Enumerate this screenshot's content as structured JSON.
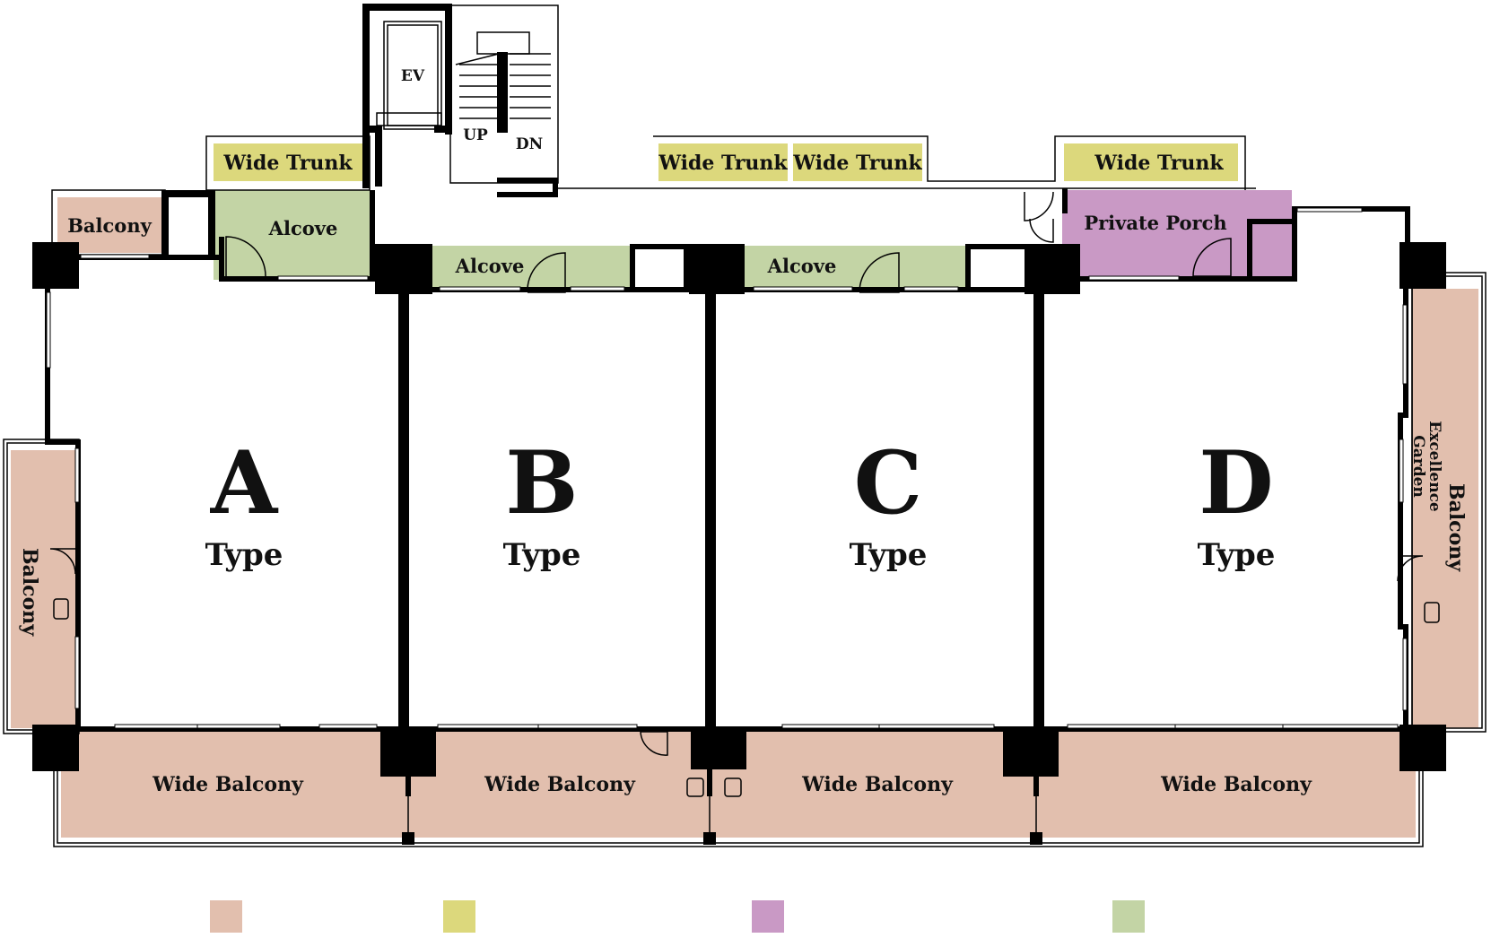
{
  "colors": {
    "balcony": "#e2bfae",
    "trunk": "#dcd87c",
    "porch": "#c999c5",
    "alcove": "#c3d4a5",
    "wall": "#000000",
    "background": "#ffffff"
  },
  "labels": {
    "ev": "EV",
    "up": "UP",
    "dn": "DN",
    "wide_trunk": "Wide Trunk",
    "alcove": "Alcove",
    "private_porch": "Private Porch",
    "balcony": "Balcony",
    "wide_balcony": "Wide Balcony",
    "excellence_garden_line1": "Excellence",
    "excellence_garden_line2": "Garden",
    "type": "Type"
  },
  "units": [
    {
      "letter": "A",
      "type": "Type"
    },
    {
      "letter": "B",
      "type": "Type"
    },
    {
      "letter": "C",
      "type": "Type"
    },
    {
      "letter": "D",
      "type": "Type"
    }
  ],
  "legend": [
    {
      "key": "balcony",
      "color": "#e2bfae"
    },
    {
      "key": "trunk",
      "color": "#dcd87c"
    },
    {
      "key": "porch",
      "color": "#c999c5"
    },
    {
      "key": "alcove",
      "color": "#c3d4a5"
    }
  ]
}
